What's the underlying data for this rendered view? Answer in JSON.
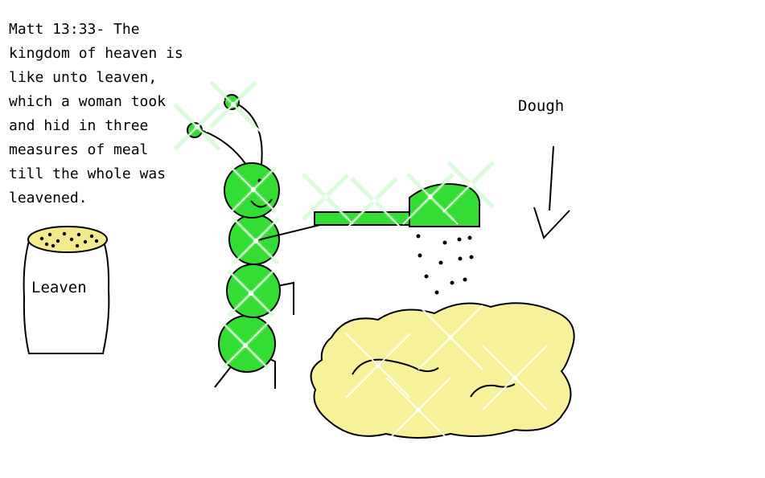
{
  "verse": {
    "lines": [
      "Matt 13:33- The",
      "kingdom of heaven is",
      "like unto leaven,",
      "which a woman took",
      "and hid in three",
      "measures of meal",
      "till the whole was",
      "leavened."
    ]
  },
  "jar": {
    "label": "Leaven"
  },
  "dough": {
    "label": "Dough"
  },
  "colors": {
    "caterpillar": "#33dd33",
    "dough_fill": "#f7f29a",
    "jar_top": "#f2ea8c",
    "outline": "#000000",
    "sparkle": "#ffffff"
  }
}
